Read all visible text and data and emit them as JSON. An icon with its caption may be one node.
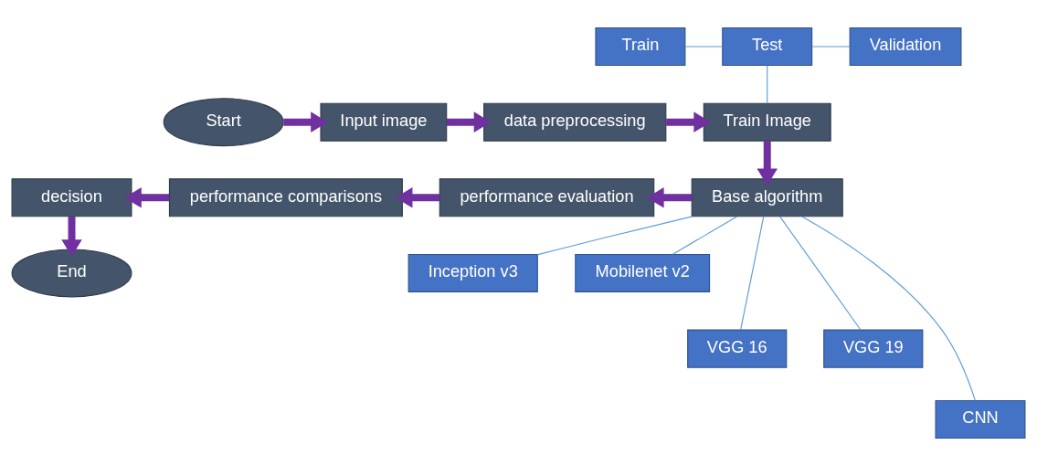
{
  "diagram": {
    "nodes": [
      {
        "text": [
          "Start"
        ]
      },
      {
        "text": [
          "Input image"
        ]
      },
      {
        "text": [
          "data preprocessing"
        ]
      },
      {
        "text": [
          "Train Image"
        ]
      },
      {
        "text": [
          "Train"
        ]
      },
      {
        "text": [
          "Test"
        ]
      },
      {
        "text": [
          "Validation"
        ]
      },
      {
        "text": [
          "decision"
        ]
      },
      {
        "text": [
          "performance comparisons"
        ]
      },
      {
        "text": [
          "performance evaluation"
        ]
      },
      {
        "text": [
          "Base algorithm"
        ]
      },
      {
        "text": [
          "End"
        ]
      },
      {
        "text": [
          "Inception v3"
        ]
      },
      {
        "text": [
          "Mobilenet v2"
        ]
      },
      {
        "text": [
          "VGG 16"
        ]
      },
      {
        "text": [
          "VGG 19"
        ]
      },
      {
        "text": [
          "CNN"
        ]
      }
    ],
    "edges": [
      {
        "from": 0,
        "to": 1,
        "arrow": "to",
        "style": "thick",
        "color": "#7030a0"
      },
      {
        "from": 1,
        "to": 2,
        "arrow": "to",
        "style": "thick",
        "color": "#7030a0"
      },
      {
        "from": 2,
        "to": 3,
        "arrow": "to",
        "style": "thick",
        "color": "#7030a0"
      },
      {
        "from": 5,
        "to": 4,
        "arrow": "none",
        "color": "#5b9bd5"
      },
      {
        "from": 5,
        "to": 6,
        "arrow": "none",
        "color": "#5b9bd5"
      },
      {
        "from": 5,
        "to": 3,
        "arrow": "none",
        "color": "#5b9bd5"
      },
      {
        "from": 3,
        "to": 10,
        "arrow": "to",
        "style": "thick",
        "color": "#7030a0"
      },
      {
        "from": 10,
        "to": 9,
        "arrow": "to",
        "style": "thick",
        "color": "#7030a0"
      },
      {
        "from": 9,
        "to": 8,
        "arrow": "to",
        "style": "thick",
        "color": "#7030a0"
      },
      {
        "from": 8,
        "to": 7,
        "arrow": "to",
        "style": "thick",
        "color": "#7030a0"
      },
      {
        "from": 7,
        "to": 11,
        "arrow": "to",
        "style": "thick",
        "color": "#7030a0"
      },
      {
        "from": 10,
        "to": 12,
        "arrow": "none",
        "color": "#5b9bd5"
      },
      {
        "from": 10,
        "to": 13,
        "arrow": "none",
        "color": "#5b9bd5"
      },
      {
        "from": 10,
        "to": 14,
        "arrow": "none",
        "color": "#5b9bd5"
      },
      {
        "from": 10,
        "to": 15,
        "arrow": "none",
        "color": "#5b9bd5"
      },
      {
        "from": 10,
        "to": 16,
        "arrow": "none",
        "color": "#5b9bd5"
      }
    ]
  }
}
